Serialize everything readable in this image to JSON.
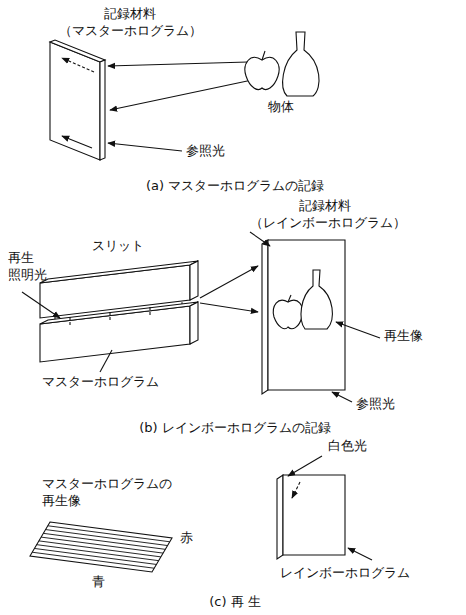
{
  "diagram": {
    "labels": [
      "記録材料 （マスターホログラム）",
      "物体",
      "参照光",
      "(a) マスターホログラムの記録",
      "記録材料 （レインボーホログラム）",
      "再生 照明光",
      "スリット",
      "再生像",
      "マスターホログラム",
      "参照光",
      "(b) レインボーホログラムの記録",
      "白色光",
      "マスターホログラムの 再生像",
      "赤",
      "青",
      "レインボーホログラム",
      "(c) 再 生"
    ]
  }
}
